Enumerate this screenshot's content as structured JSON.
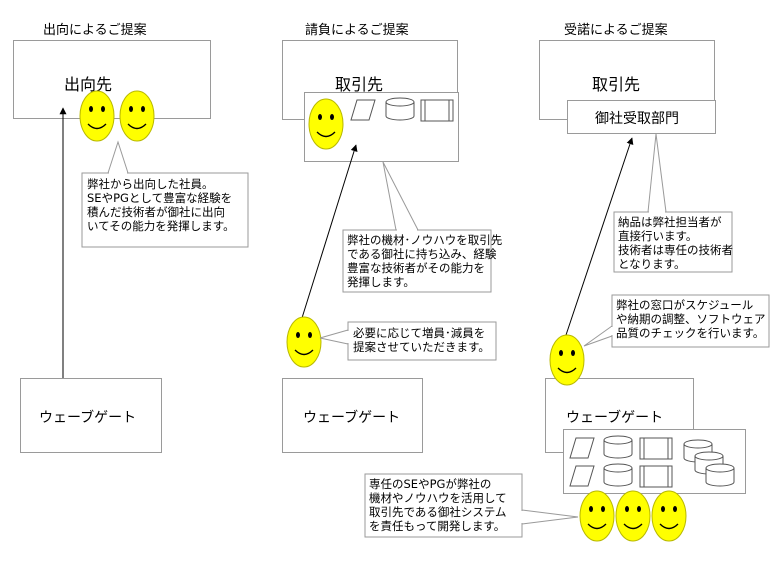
{
  "columns": [
    {
      "title": "出向によるご提案",
      "top_box_label": "出向先",
      "bottom_box_label": "ウェーブゲート",
      "callout": "弊社から出向した社員。\nSEやPGとして豊富な経験を\n積んだ技術者が御社に出向\nいてその能力を発揮します。"
    },
    {
      "title": "請負によるご提案",
      "top_box_label": "取引先",
      "bottom_box_label": "ウェーブゲート",
      "callout_top": "弊社の機材･ノウハウを取引先\nである御社に持ち込み、経験\n豊富な技術者がその能力を\n発揮します。",
      "callout_bottom": "必要に応じて増員･減員を\n提案させていただきます。"
    },
    {
      "title": "受諾によるご提案",
      "top_box_label": "取引先",
      "dept_label": "御社受取部門",
      "bottom_box_label": "ウェーブゲート",
      "callout_top": "納品は弊社担当者が\n直接行います。\n技術者は専任の技術者\nとなります。",
      "callout_mid": "弊社の窓口がスケジュール\nや納期の調整、ソフトウェア\n品質のチェックを行います。",
      "callout_bottom": "専任のSEやPGが弊社の\n機材やノウハウを活用して\n取引先である御社システム\nを責任もって開発します。"
    }
  ],
  "colors": {
    "face_fill": "#ffff00",
    "face_stroke": "#b8b800",
    "box_border": "#9a9a9a",
    "arrow": "#000000"
  },
  "icons": [
    "smiley-face-icon",
    "parallelogram-data-icon",
    "cylinder-database-icon",
    "process-rectangle-icon"
  ]
}
